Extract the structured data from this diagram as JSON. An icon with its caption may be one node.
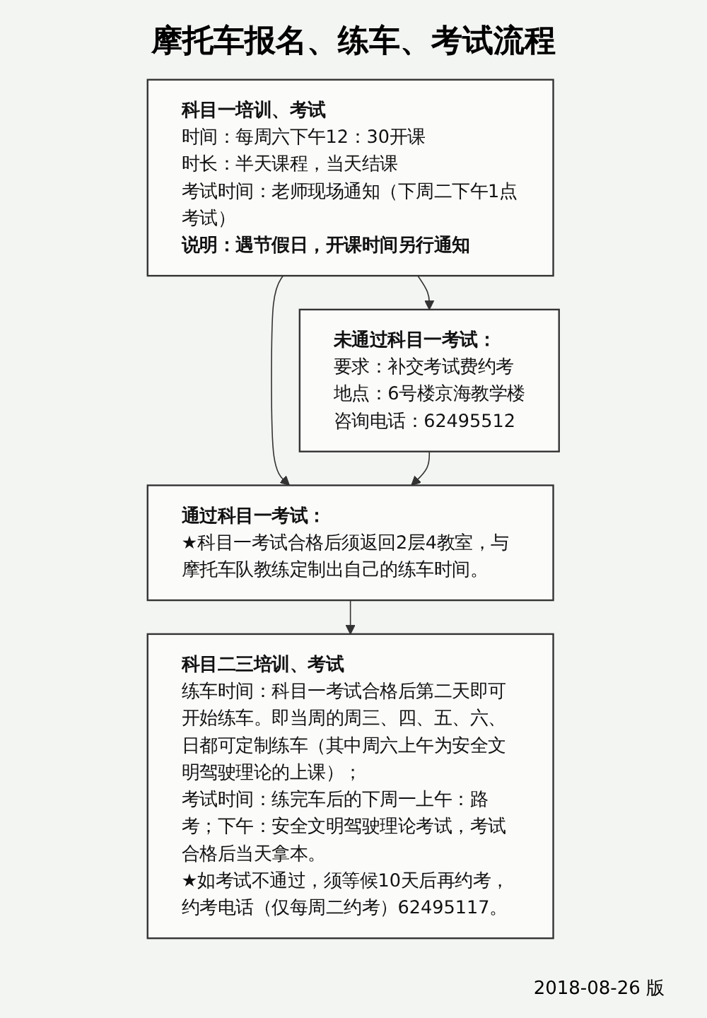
{
  "diagram": {
    "title": "摩托车报名、练车、考试流程",
    "nodes": [
      {
        "text": [
          "科目一培训、考试",
          "时间：每周六下午12：30开课",
          "时长：半天课程，当天结课",
          "考试时间：老师现场通知（下周二下午1点考试）",
          "说明：遇节假日，开课时间另行通知"
        ]
      },
      {
        "text": [
          "未通过科目一考试：",
          "要求：补交考试费约考",
          "地点：6号楼京海教学楼",
          "咨询电话：62495512"
        ]
      },
      {
        "text": [
          "通过科目一考试：",
          "★科目一考试合格后须返回2层4教室，与摩托车队教练定制出自己的练车时间。"
        ]
      },
      {
        "text": [
          "科目二三培训、考试",
          "练车时间：科目一考试合格后第二天即可开始练车。即当周的周三、四、五、六、日都可定制练车（其中周六上午为安全文明驾驶理论的上课）；",
          "考试时间：练完车后的下周一上午：路考；下午：安全文明驾驶理论考试，考试合格后当天拿本。",
          "★如考试不通过，须等候10天后再约考，约考电话（仅每周二约考）62495117。"
        ]
      }
    ],
    "edges": [
      {
        "from": 0,
        "to": 1,
        "arrow": "to"
      },
      {
        "from": 0,
        "to": 2,
        "arrow": "to"
      },
      {
        "from": 1,
        "to": 2,
        "arrow": "to"
      },
      {
        "from": 2,
        "to": 3,
        "arrow": "to"
      }
    ],
    "labels": [
      "2018-08-26 版"
    ]
  }
}
